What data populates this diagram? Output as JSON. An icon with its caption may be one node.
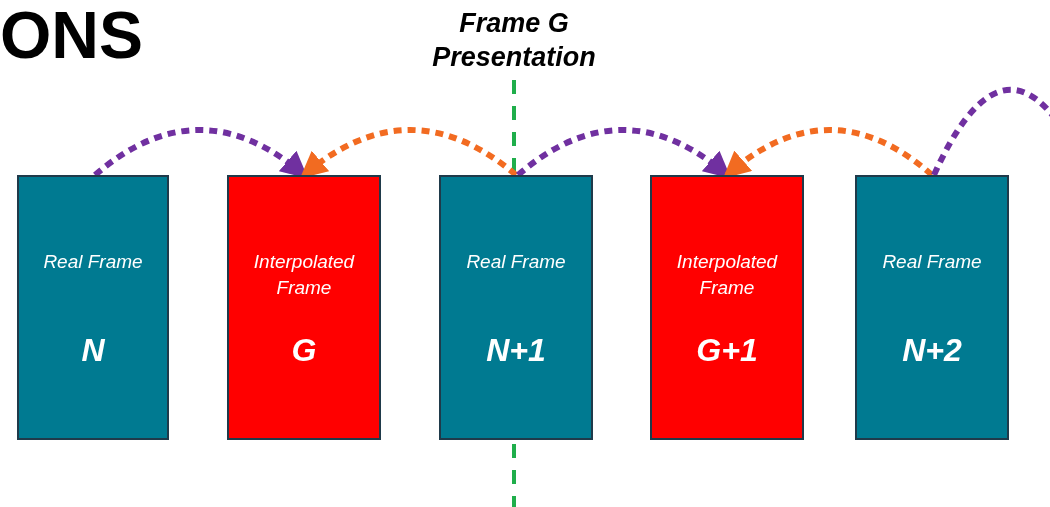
{
  "diagram": {
    "nodes": [
      {
        "text": [
          "Real Frame",
          "N"
        ]
      },
      {
        "text": [
          "Interpolated Frame",
          "G"
        ]
      },
      {
        "text": [
          "Real Frame",
          "N+1"
        ]
      },
      {
        "text": [
          "Interpolated Frame",
          "G+1"
        ]
      },
      {
        "text": [
          "Real Frame",
          "N+2"
        ]
      }
    ],
    "edges": [
      {
        "from": 0,
        "to": 1,
        "arrow": "to",
        "style": "dashed"
      },
      {
        "from": 2,
        "to": 1,
        "arrow": "to",
        "style": "dashed",
        "color": "#f26b21"
      },
      {
        "from": 2,
        "to": 3,
        "arrow": "to",
        "style": "dashed"
      },
      {
        "from": 4,
        "to": 3,
        "arrow": "to",
        "style": "dashed",
        "color": "#f26b21"
      },
      {
        "from": 4,
        "to": null,
        "arrow": "none",
        "style": "dashed"
      }
    ],
    "labels": [
      "ONS",
      "Frame G Presentation"
    ]
  }
}
